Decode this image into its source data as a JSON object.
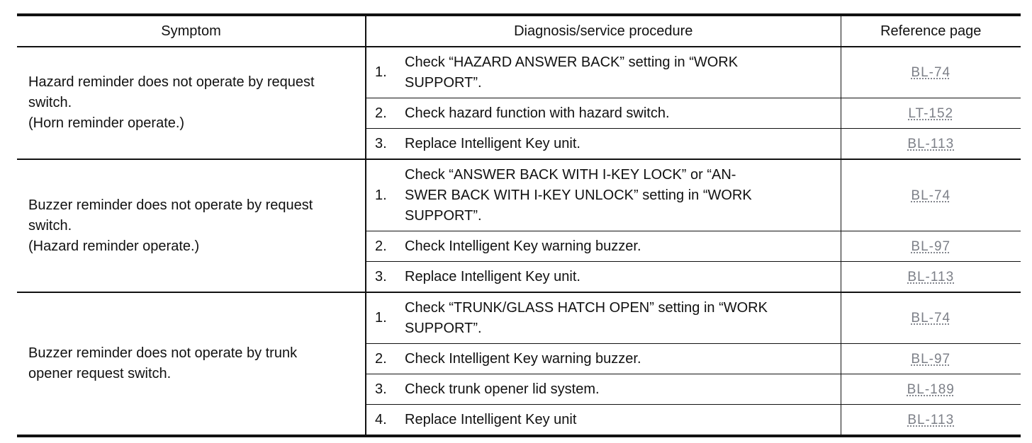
{
  "headers": {
    "symptom": "Symptom",
    "procedure": "Diagnosis/service procedure",
    "reference": "Reference page"
  },
  "groups": [
    {
      "symptom": [
        "Hazard reminder does not operate by request",
        "switch.",
        "(Horn reminder operate.)"
      ],
      "steps": [
        {
          "num": "1.",
          "text": [
            "Check “HAZARD ANSWER BACK” setting in “WORK",
            "SUPPORT”."
          ],
          "ref": "BL-74"
        },
        {
          "num": "2.",
          "text": [
            "Check hazard function with hazard switch."
          ],
          "ref": "LT-152"
        },
        {
          "num": "3.",
          "text": [
            "Replace Intelligent Key unit."
          ],
          "ref": "BL-113"
        }
      ]
    },
    {
      "symptom": [
        "Buzzer reminder does not operate by request",
        "switch.",
        "(Hazard reminder operate.)"
      ],
      "steps": [
        {
          "num": "1.",
          "text": [
            "Check “ANSWER BACK WITH I-KEY LOCK” or “AN-",
            "SWER BACK WITH I-KEY UNLOCK” setting in “WORK",
            "SUPPORT”."
          ],
          "ref": "BL-74"
        },
        {
          "num": "2.",
          "text": [
            "Check Intelligent Key warning buzzer."
          ],
          "ref": "BL-97"
        },
        {
          "num": "3.",
          "text": [
            "Replace Intelligent Key unit."
          ],
          "ref": "BL-113"
        }
      ]
    },
    {
      "symptom": [
        "Buzzer reminder does not operate by trunk",
        "opener request switch."
      ],
      "steps": [
        {
          "num": "1.",
          "text": [
            "Check “TRUNK/GLASS HATCH OPEN” setting in “WORK",
            "SUPPORT”."
          ],
          "ref": "BL-74"
        },
        {
          "num": "2.",
          "text": [
            "Check Intelligent Key warning buzzer."
          ],
          "ref": "BL-97"
        },
        {
          "num": "3.",
          "text": [
            "Check trunk opener lid system."
          ],
          "ref": "BL-189"
        },
        {
          "num": "4.",
          "text": [
            "Replace Intelligent Key unit"
          ],
          "ref": "BL-113"
        }
      ]
    }
  ]
}
